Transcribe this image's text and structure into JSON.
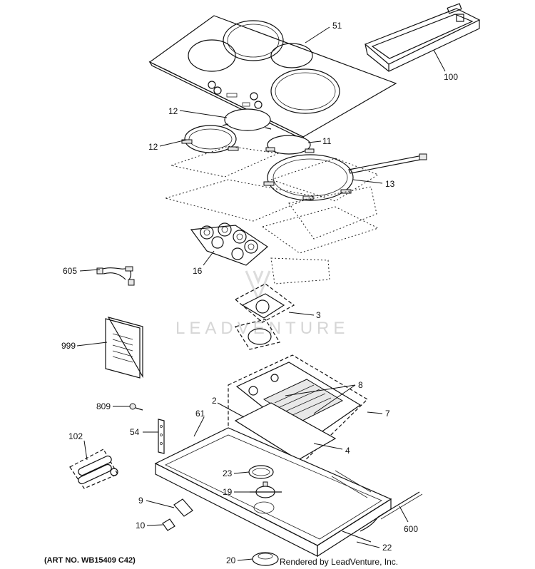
{
  "watermark": "LEADVENTURE",
  "footer": {
    "art_no": "(ART NO. WB15409 C42)",
    "rendered_by": "Rendered by LeadVenture, Inc."
  },
  "callouts": {
    "c51": "51",
    "c100": "100",
    "c12a": "12",
    "c12b": "12",
    "c11": "11",
    "c13": "13",
    "c16": "16",
    "c605": "605",
    "c3": "3",
    "c999": "999",
    "c8": "8",
    "c2": "2",
    "c809": "809",
    "c61": "61",
    "c7": "7",
    "c54": "54",
    "c102": "102",
    "c4": "4",
    "c23": "23",
    "c19": "19",
    "c9": "9",
    "c10": "10",
    "c600": "600",
    "c22": "22",
    "c20": "20"
  }
}
